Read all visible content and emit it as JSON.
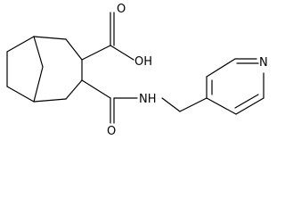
{
  "molecule": {
    "atom_labels": {
      "oh": "OH",
      "o_amide": "O",
      "nh": "NH",
      "n_ring": "N"
    }
  }
}
